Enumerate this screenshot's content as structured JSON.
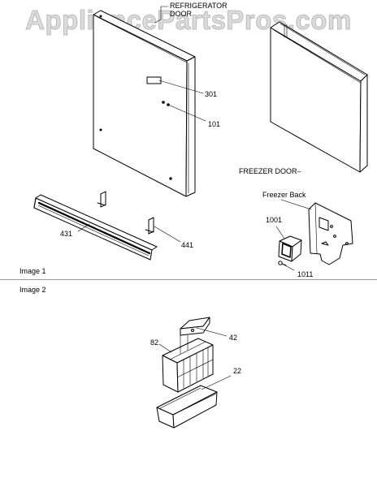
{
  "watermark": "AppliancePartsPros.com",
  "labels": {
    "refrigerator_door_1": "REFRIGERATOR",
    "refrigerator_door_2": "DOOR",
    "freezer_door": "FREEZER DOOR",
    "freezer_back": "Freezer Back",
    "image1": "Image 1",
    "image2": "Image 2"
  },
  "parts": {
    "p301": "301",
    "p101": "101",
    "p431": "431",
    "p441": "441",
    "p1001": "1001",
    "p1011": "1011",
    "p82": "82",
    "p42": "42",
    "p22": "22"
  }
}
